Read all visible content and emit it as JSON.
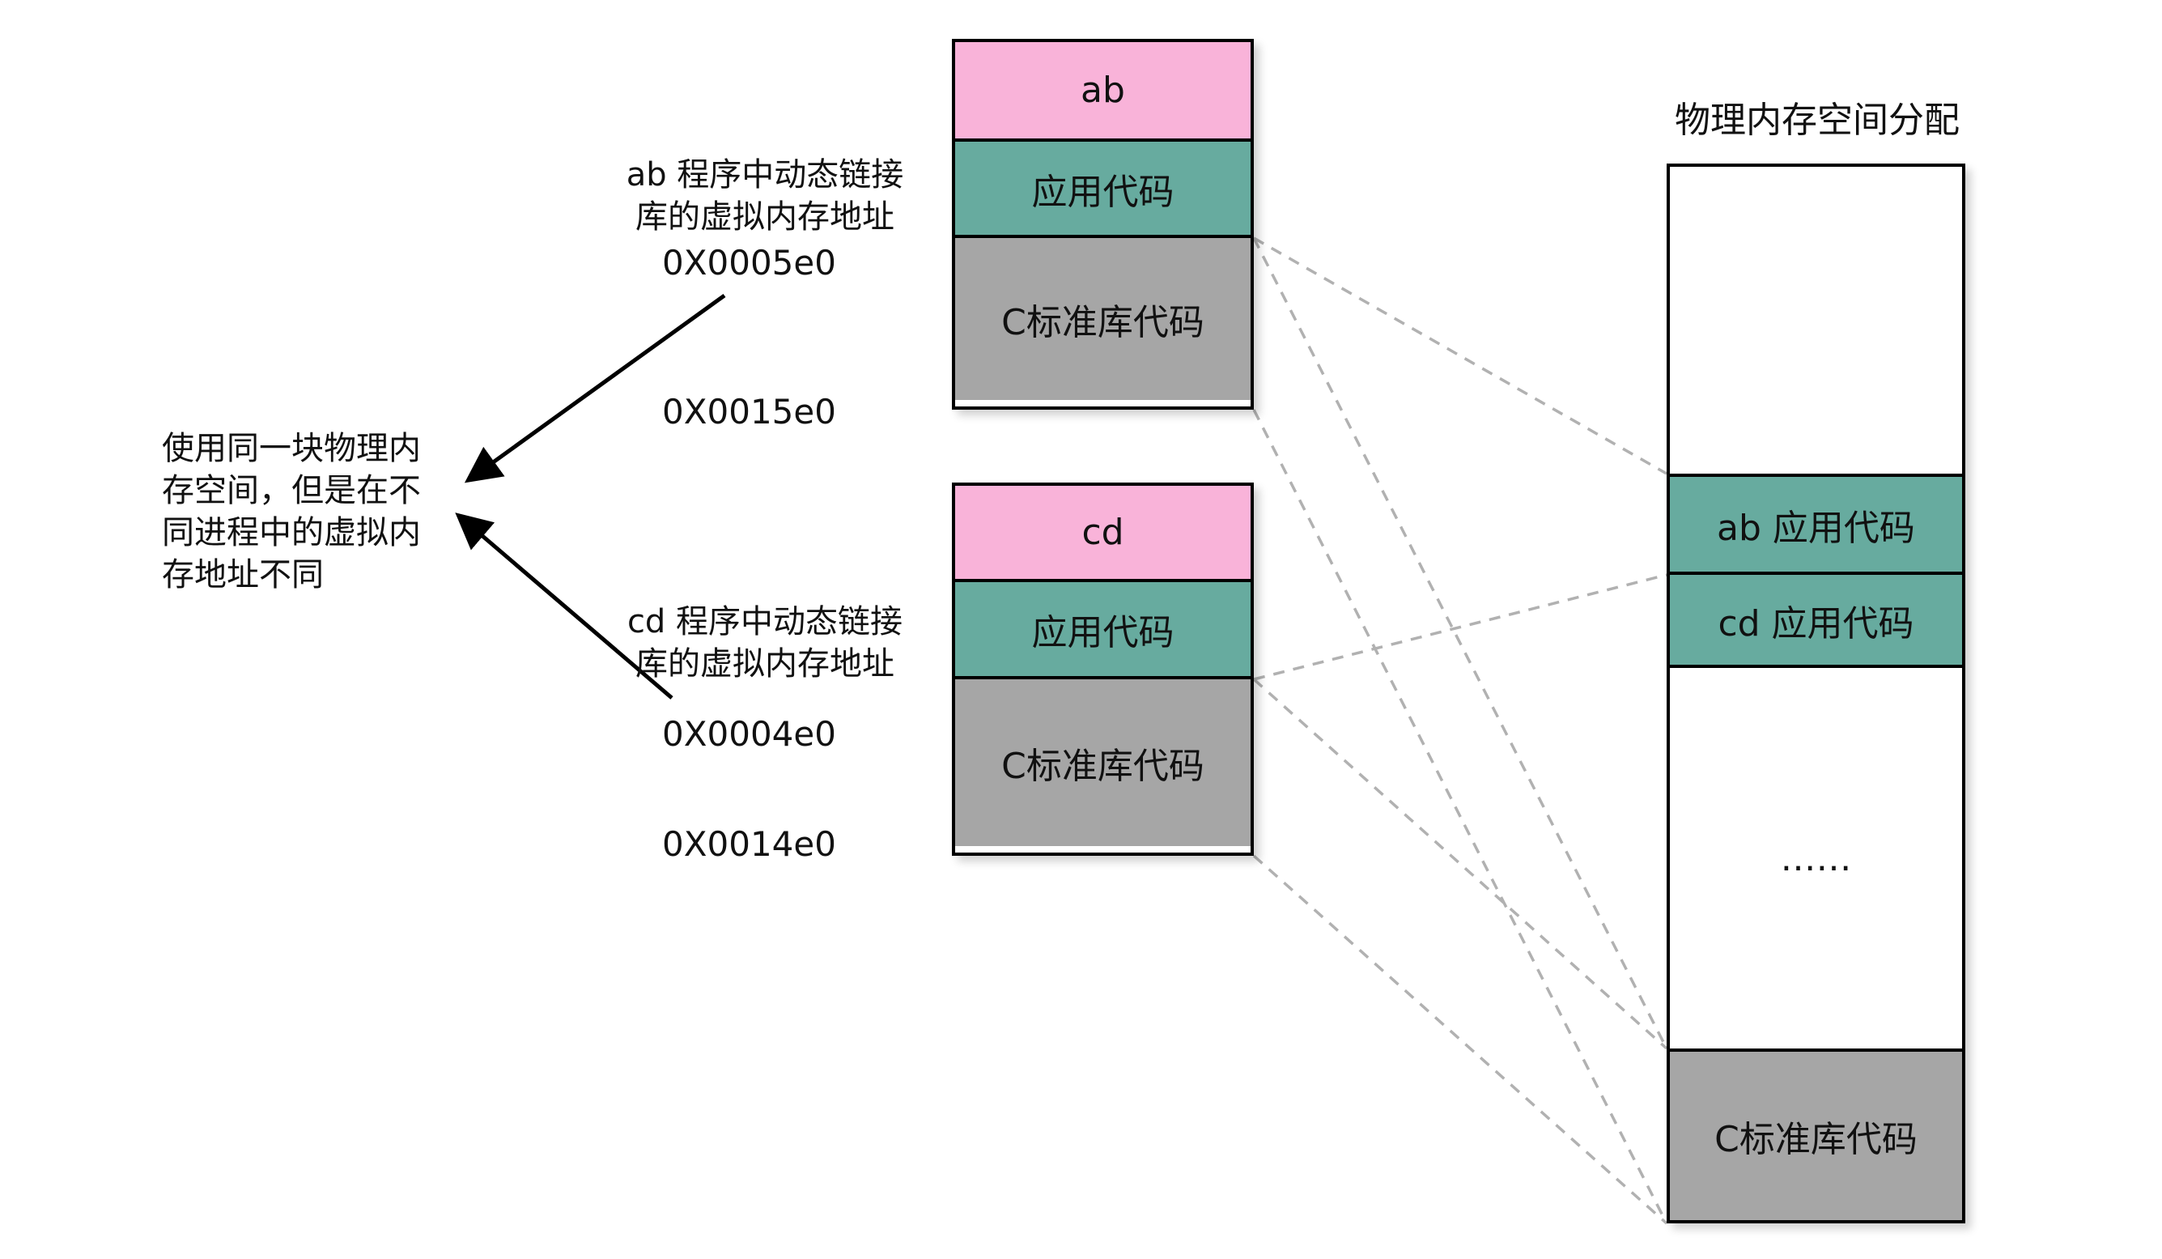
{
  "annotations": {
    "ab_label_line1": "ab 程序中动态链接",
    "ab_label_line2": "库的虚拟内存地址",
    "ab_addr_start": "0X0005e0",
    "ab_addr_end": "0X0015e0",
    "note_line1": "使用同一块物理内",
    "note_line2": "存空间，但是在不",
    "note_line3": "同进程中的虚拟内",
    "note_line4": "存地址不同",
    "cd_label_line1": "cd 程序中动态链接",
    "cd_label_line2": "库的虚拟内存地址",
    "cd_addr_start": "0X0004e0",
    "cd_addr_end": "0X0014e0"
  },
  "process_ab": {
    "title": "ab",
    "app_code": "应用代码",
    "lib_code": "C标准库代码"
  },
  "process_cd": {
    "title": "cd",
    "app_code": "应用代码",
    "lib_code": "C标准库代码"
  },
  "physical": {
    "title": "物理内存空间分配",
    "ab_segment": "ab 应用代码",
    "cd_segment": "cd 应用代码",
    "ellipsis": "……",
    "lib_segment": "C标准库代码"
  },
  "colors": {
    "pink": "#f9b3d9",
    "teal": "#67ab9f",
    "gray": "#a6a6a6",
    "dashed_line": "#b1b1b1",
    "border": "#000000"
  }
}
